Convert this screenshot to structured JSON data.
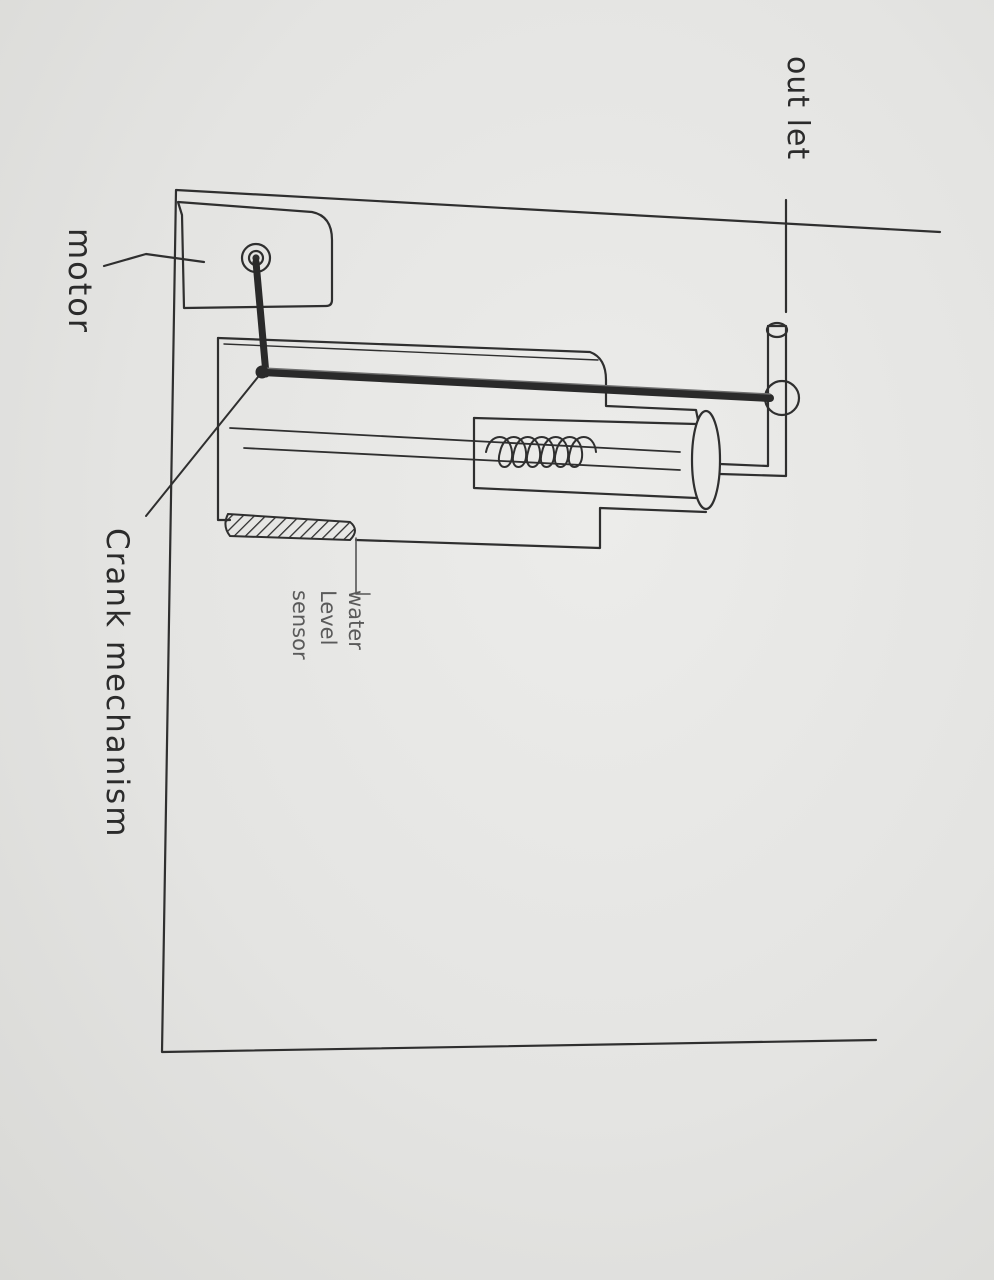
{
  "diagram": {
    "labels": {
      "outlet": "out let",
      "motor": "motor",
      "crank": "Crank mechanism",
      "water_level_sensor": [
        "water",
        "Level",
        "sensor"
      ]
    },
    "colors": {
      "paper": "#e6e6e4",
      "ink": "#2b2b2b",
      "pencil": "#4a4a4a",
      "faint_pencil": "#6a6a6a"
    }
  }
}
